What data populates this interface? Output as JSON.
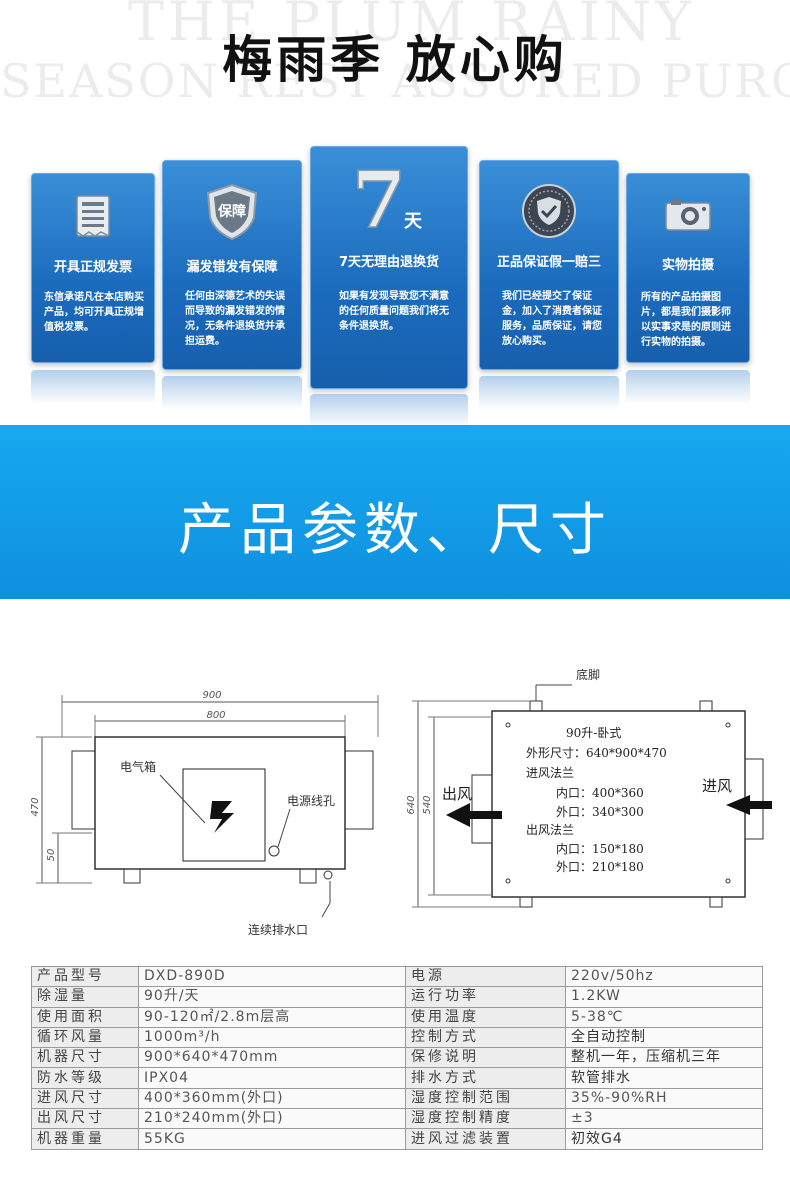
{
  "header": {
    "title": "梅雨季  放心购",
    "bg_line1": "THE PLUM RAINY",
    "bg_line2": "SEASON REST ASSURED PURCHASE"
  },
  "cards": [
    {
      "icon": "invoice-icon",
      "title": "开具正规发票",
      "desc": "东信承诺凡在本店购买产品，均可开具正规增值税发票。"
    },
    {
      "icon": "shield-badge-icon",
      "badge": "保障",
      "title": "漏发错发有保障",
      "desc": "任何由深德艺术的失误而导致的漏发错发的情况，无条件退换货并承担运费。"
    },
    {
      "icon": "seven-day-icon",
      "big": "7",
      "unit": "天",
      "title": "7天无理由退换货",
      "desc": "如果有发现导致您不满意的任何质量问题我们将无条件退换货。"
    },
    {
      "icon": "check-shield-icon",
      "title": "正品保证假一赔三",
      "desc": "我们已经提交了保证金，加入了消费者保证服务，品质保证，请您放心购买。"
    },
    {
      "icon": "camera-icon",
      "title": "实物拍摄",
      "desc": "所有的产品拍摄图片，都是我们摄影师以实事求是的原则进行实物的拍摄。"
    }
  ],
  "band": {
    "title": "产品参数、尺寸"
  },
  "diagram": {
    "dim_900": "900",
    "dim_800": "800",
    "dim_470": "470",
    "dim_50": "50",
    "dim_640": "640",
    "dim_540": "540",
    "label_box": "电气箱",
    "label_power": "电源线孔",
    "label_drain": "连续排水口",
    "label_foot": "底脚",
    "label_out": "出风",
    "label_in": "进风",
    "spec_lines": [
      "90升-卧式",
      "外形尺寸：640*900*470",
      "进风法兰",
      "内口：400*360",
      "外口：340*300",
      "出风法兰",
      "内口：150*180",
      "外口：210*180"
    ]
  },
  "spec_table": [
    [
      "产品型号",
      "DXD-890D",
      "电源",
      "220v/50hz"
    ],
    [
      "除湿量",
      "90升/天",
      "运行功率",
      "1.2KW"
    ],
    [
      "使用面积",
      "90-120㎡/2.8m层高",
      "使用温度",
      "5-38℃"
    ],
    [
      "循环风量",
      "1000m³/h",
      "控制方式",
      "全自动控制"
    ],
    [
      "机器尺寸",
      "900*640*470mm",
      "保修说明",
      "整机一年，压缩机三年"
    ],
    [
      "防水等级",
      "IPX04",
      "排水方式",
      "软管排水"
    ],
    [
      "进风尺寸",
      "400*360mm(外口)",
      "湿度控制范围",
      "35%-90%RH"
    ],
    [
      "出风尺寸",
      "210*240mm(外口)",
      "湿度控制精度",
      "±3"
    ],
    [
      "机器重量",
      "55KG",
      "进风过滤装置",
      "初效G4"
    ]
  ]
}
